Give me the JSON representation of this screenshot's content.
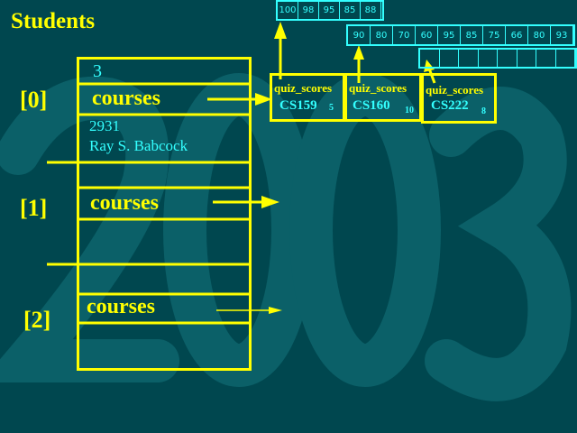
{
  "watermark": "2003",
  "title": "Students",
  "count": "3",
  "students": [
    {
      "index": "[0]",
      "courses_label": "courses",
      "id": "2931",
      "name": "Ray S. Babcock"
    },
    {
      "index": "[1]",
      "courses_label": "courses"
    },
    {
      "index": "[2]",
      "courses_label": "courses"
    }
  ],
  "courses": [
    {
      "field": "quiz_scores",
      "name": "CS159",
      "count": "5",
      "scores": [
        "100",
        "98",
        "95",
        "85",
        "88"
      ]
    },
    {
      "field": "quiz_scores",
      "name": "CS160",
      "count": "10",
      "scores": [
        "90",
        "80",
        "70",
        "60",
        "95",
        "85",
        "75",
        "66",
        "80",
        "93"
      ]
    },
    {
      "field": "quiz_scores",
      "name": "CS222",
      "count": "8",
      "scores": [
        "",
        "",
        "",
        "",
        "",
        "",
        "",
        ""
      ]
    }
  ],
  "colors": {
    "background": "#00474f",
    "pointer": "#ffff00",
    "value": "#33ffff"
  }
}
